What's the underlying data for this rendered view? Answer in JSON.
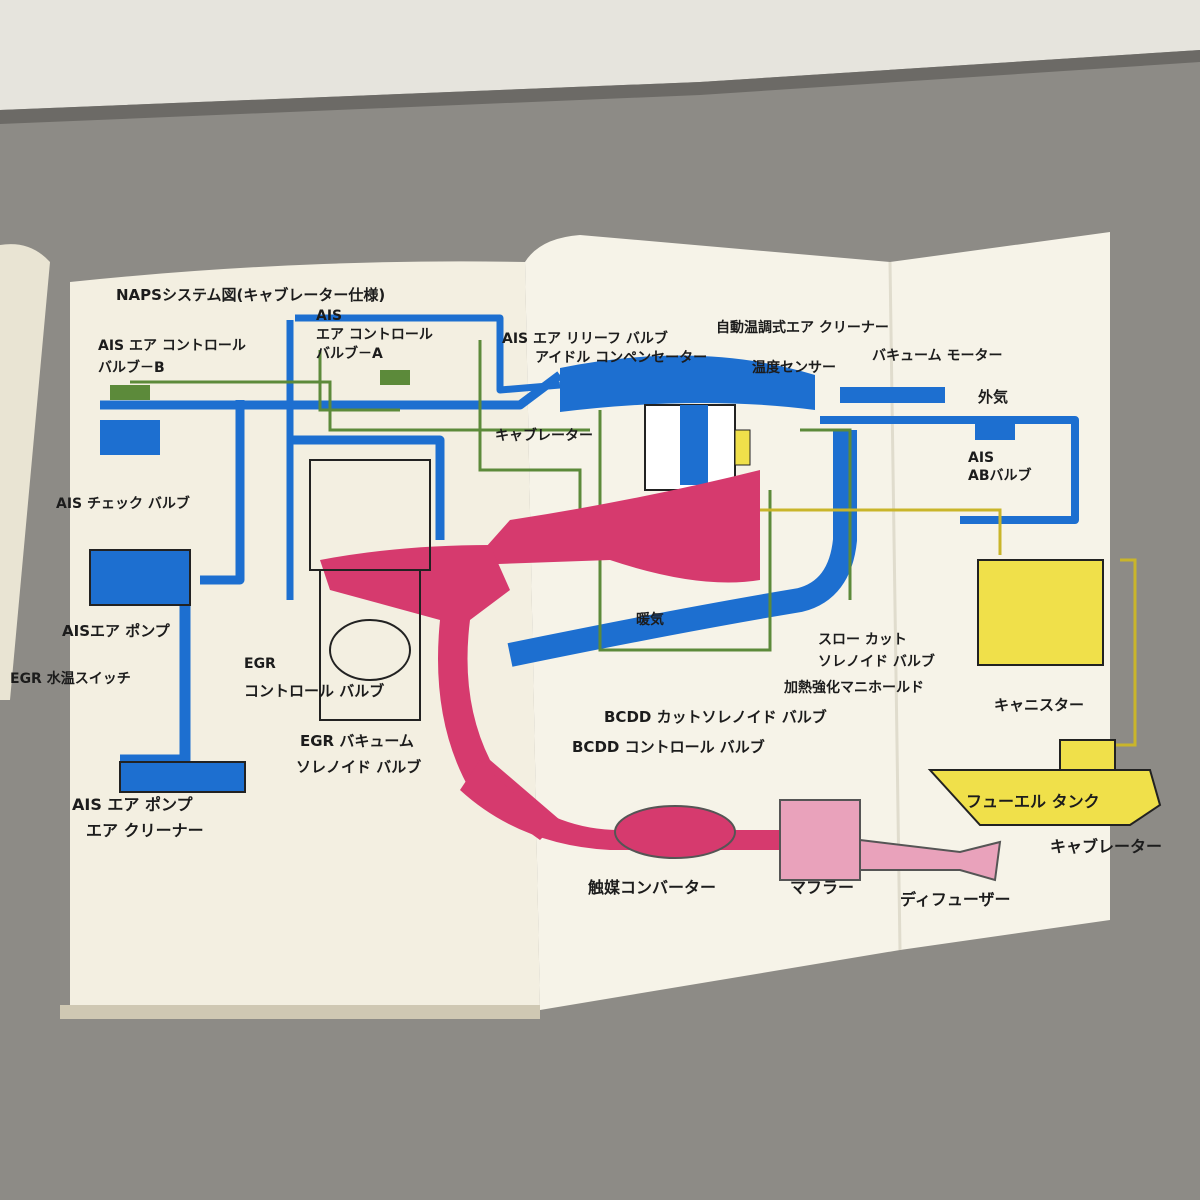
{
  "diagram": {
    "title": "NAPSシステム図(キャブレーター仕様)",
    "labels": {
      "ais_air_control_valve_b": [
        "AIS エア コントロール",
        "バルブ－B"
      ],
      "ais_air_control_valve_a": [
        "AIS",
        "エア コントロール",
        "バルブ－A"
      ],
      "ais_air_relief_valve": "AIS エア リリーフ バルブ",
      "auto_temp_air_cleaner": "自動温調式エア クリーナー",
      "idle_compensator": "アイドル コンペンセーター",
      "temp_sensor": "温度センサー",
      "vacuum_motor": "バキューム モーター",
      "outside_air": "外気",
      "carburetor_top": "キャブレーター",
      "ais_ab_valve": [
        "AIS",
        "ABバルブ"
      ],
      "ais_check_valve": "AIS チェック バルブ",
      "ais_air_pump": "AISエア ポンプ",
      "egr_water_temp_switch": "EGR 水温スイッチ",
      "egr_control_valve": [
        "EGR",
        "コントロール バルブ"
      ],
      "egr_vacuum_solenoid": [
        "EGR バキューム",
        "ソレノイド バルブ"
      ],
      "heater": "暖気",
      "slow_cut_solenoid": [
        "スロー カット",
        "ソレノイド バルブ"
      ],
      "heated_manifold": "加熱強化マニホールド",
      "bcdd_cut_solenoid": "BCDD カットソレノイド バルブ",
      "bcdd_control_valve": "BCDD コントロール バルブ",
      "canister": "キャニスター",
      "fuel_tank": "フューエル タンク",
      "carburetor_bottom": "キャブレーター",
      "ais_pump_air_cleaner": [
        "AIS エア ポンプ",
        "エア クリーナー"
      ],
      "catalytic_converter": "触媒コンバーター",
      "muffler": "マフラー",
      "diffuser": "ディフューザー"
    }
  },
  "colors": {
    "air_line": "#1d6fd0",
    "vacuum_line": "#5c8a3a",
    "exhaust": "#d63a6e",
    "exhaust_light": "#e9a2bb",
    "fuel": "#f0e04a",
    "paper": "#f4f1e6",
    "background": "#8d8b86"
  }
}
